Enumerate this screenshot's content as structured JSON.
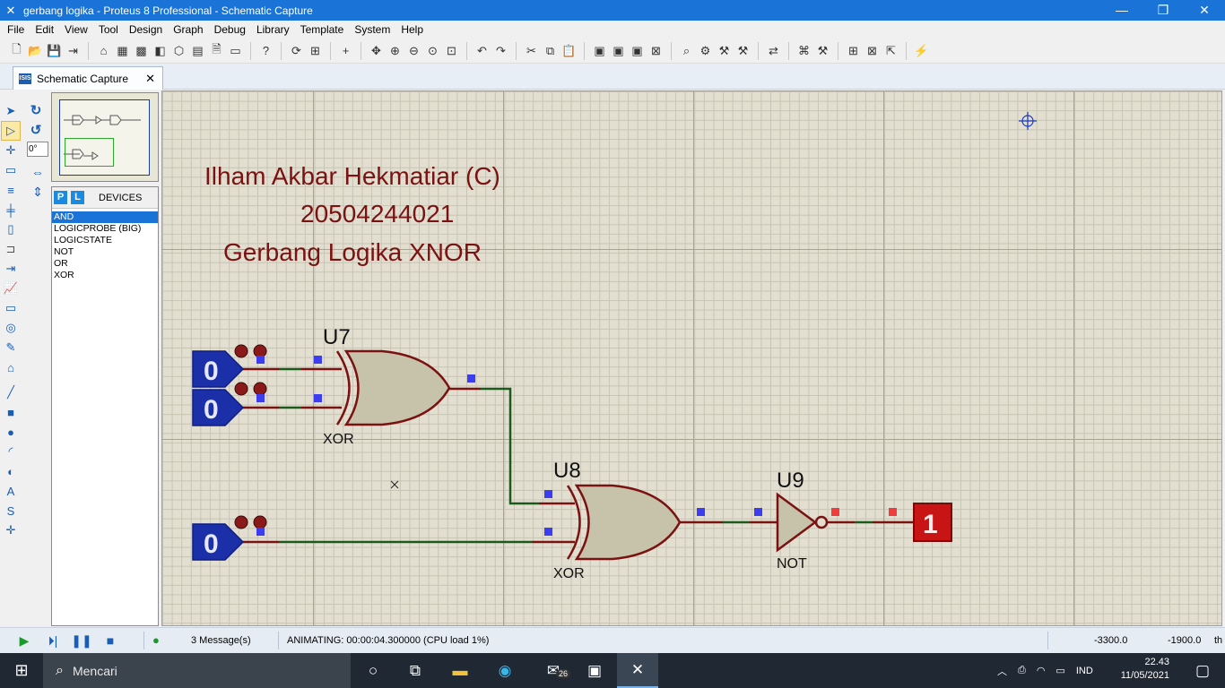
{
  "window": {
    "title": "gerbang logika - Proteus 8 Professional - Schematic Capture"
  },
  "menu": [
    "File",
    "Edit",
    "View",
    "Tool",
    "Design",
    "Graph",
    "Debug",
    "Library",
    "Template",
    "System",
    "Help"
  ],
  "tab": {
    "label": "Schematic Capture"
  },
  "angle": "0°",
  "devices": {
    "title": "DEVICES",
    "p_button": "P",
    "l_button": "L",
    "items": [
      "AND",
      "LOGICPROBE (BIG)",
      "LOGICSTATE",
      "NOT",
      "OR",
      "XOR"
    ],
    "selected": "AND"
  },
  "schematic": {
    "captions": [
      "Ilham Akbar Hekmatiar (C)",
      "20504244021",
      "Gerbang Logika XNOR"
    ],
    "components": {
      "u7_ref": "U7",
      "u7_type": "XOR",
      "u8_ref": "U8",
      "u8_type": "XOR",
      "u9_ref": "U9",
      "u9_type": "NOT"
    },
    "logicstates": [
      "0",
      "0",
      "0"
    ],
    "logicprobe": "1"
  },
  "status": {
    "messages": "3 Message(s)",
    "animating": "ANIMATING: 00:00:04.300000 (CPU load 1%)",
    "coord_x": "-3300.0",
    "coord_y": "-1900.0",
    "units": "th"
  },
  "taskbar": {
    "search_placeholder": "Mencari",
    "mail_badge": "26",
    "language": "IND",
    "time": "22.43",
    "date": "11/05/2021"
  }
}
